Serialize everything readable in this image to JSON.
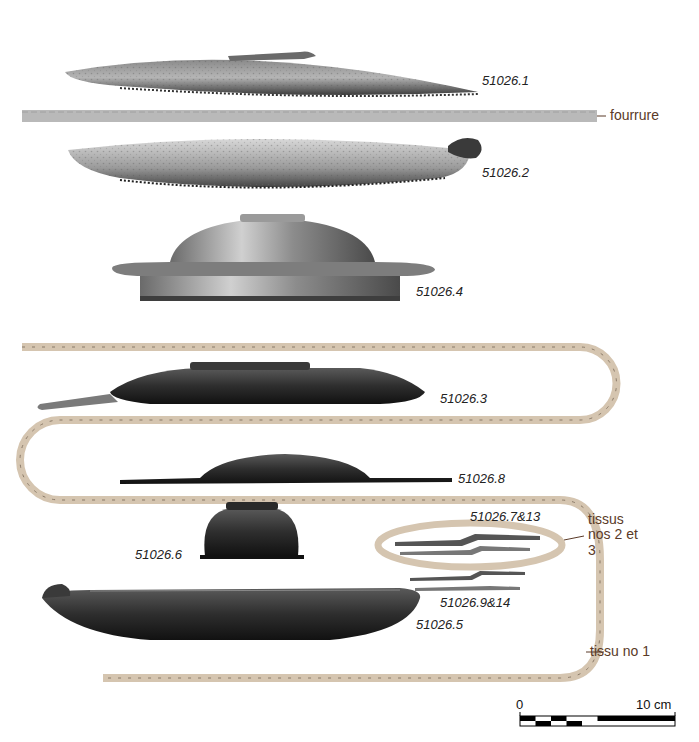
{
  "diagram": {
    "labels": [
      "51026.1",
      "fourrure",
      "51026.2",
      "51026.4",
      "51026.3",
      "51026.8",
      "51026.7&13",
      "tissus nos 2 et 3",
      "51026.6",
      "51026.9&14",
      "51026.5",
      "tissu no 1",
      "0",
      "10 cm"
    ]
  }
}
